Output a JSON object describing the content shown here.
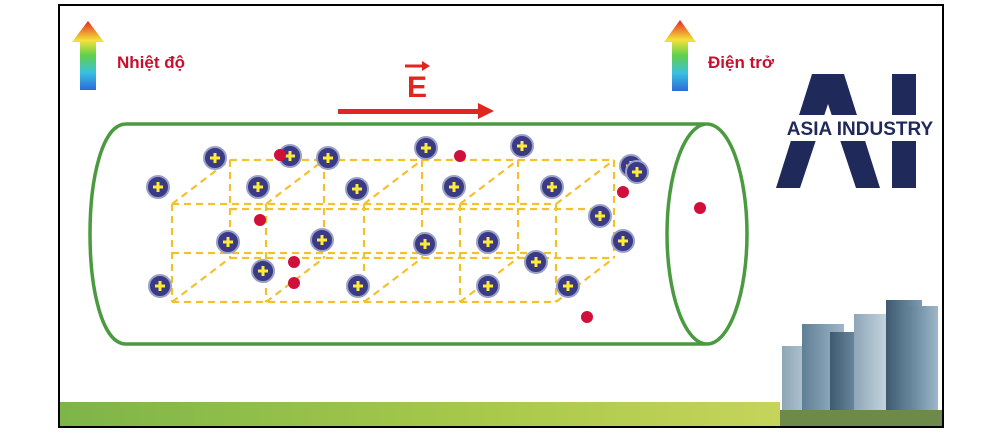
{
  "labels": {
    "temperature": "Nhiệt độ",
    "resistance": "Điện trở",
    "field": "E"
  },
  "logo": {
    "text": "ASIA INDUSTRY",
    "letters": "AI"
  },
  "colors": {
    "cylinder": "#4a9a3f",
    "lattice": "#f2c12e",
    "ion_fill": "#3b3b85",
    "ion_sign": "#ffeb3b",
    "electron": "#d0103a",
    "field_arrow": "#e0261e",
    "logo": "#1f2a5a",
    "grass": "#7fb24a"
  },
  "icons": {
    "temperature_arrow": "gradient-up-arrow-icon",
    "resistance_arrow": "gradient-up-arrow-icon",
    "ion": "plus-ion-icon",
    "electron": "electron-dot-icon",
    "buildings": "city-buildings-icon"
  },
  "counts": {
    "ions": 24,
    "electrons": 8
  }
}
